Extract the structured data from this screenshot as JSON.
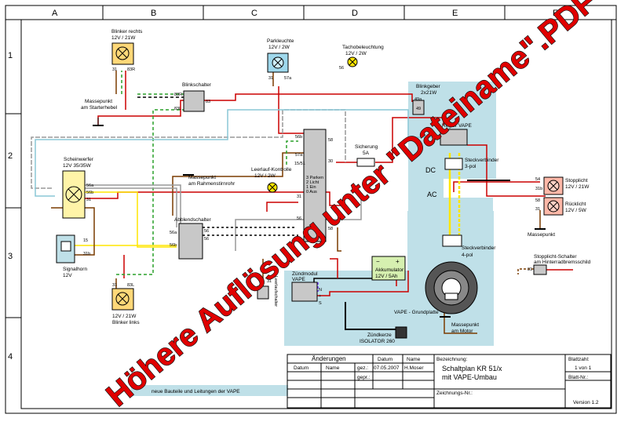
{
  "grid": {
    "columns": [
      "A",
      "B",
      "C",
      "D",
      "E",
      "F"
    ],
    "rows": [
      "1",
      "2",
      "3",
      "4"
    ]
  },
  "components": {
    "blinker_rechts": {
      "name": "Blinker rechts",
      "rating": "12V / 21W",
      "t1": "31",
      "t2": "83R"
    },
    "blinker_links": {
      "name": "Blinker links",
      "rating": "12V / 21W",
      "t1": "31",
      "t2": "83L"
    },
    "parkleuchte": {
      "name": "Parkleuchte",
      "rating": "12V / 2W",
      "t1": "31",
      "t2": "57a"
    },
    "tachobeleuchtung": {
      "name": "Tachobeleuchtung",
      "rating": "12V / 2W",
      "t1": "56"
    },
    "blinkschalter": {
      "name": "Blinkschalter",
      "t1": "83R",
      "t2": "83L",
      "t3": "83"
    },
    "massepunkt_starter": {
      "name": "Massepunkt",
      "sub": "am Starterhebel"
    },
    "scheinwerfer": {
      "name": "Scheinwerfer",
      "rating": "12V 35/35W",
      "t1": "56a",
      "t2": "56b",
      "t3": "31"
    },
    "massepunkt_rahmen": {
      "name": "Massepunkt",
      "sub": "am Rahmenstirnrohr"
    },
    "leerlauf": {
      "name": "Leerlauf-Kontrolle",
      "rating": "12V / 2W"
    },
    "hauptschalter": {
      "t58": "58",
      "t56b": "56b",
      "t57a": "57a",
      "t15": "15/51",
      "t30": "30",
      "t31": "31",
      "t56": "56",
      "t58b": "58",
      "note1": "3 Parken",
      "note2": "2 Licht",
      "note3": "1 Ein",
      "note4": "0 Aus"
    },
    "sicherung": {
      "name": "Sicherung",
      "rating": "5A"
    },
    "blinkgeber": {
      "name": "Blinkgeber",
      "rating": "2x21W",
      "t1": "49a",
      "t2": "49"
    },
    "regler": {
      "name": "Regler VAPE"
    },
    "dc_label": "DC",
    "ac_label": "AC",
    "steckverbinder_3": {
      "name": "Steckverbinder",
      "sub": "3-pol"
    },
    "steckverbinder_4": {
      "name": "Steckverbinder",
      "sub": "4-pol"
    },
    "stopplicht": {
      "name": "Stopplicht",
      "rating": "12V / 21W",
      "t1": "54",
      "t2": "31b"
    },
    "ruecklicht": {
      "name": "Rücklicht",
      "rating": "12V / 5W",
      "t1": "58",
      "t2": "31"
    },
    "massepunkt_f": {
      "name": "Massepunkt"
    },
    "stopplicht_schalter": {
      "name": "Stopplicht-Schalter",
      "sub": "am Hinterradbremsschild",
      "t1": "31"
    },
    "abblendschalter": {
      "name": "Abblendschalter",
      "t1": "56a",
      "t2": "56b",
      "t3": "56",
      "t4": "56"
    },
    "signalhorn": {
      "name": "Signalhorn",
      "rating": "12V",
      "t1": "15",
      "t2": "31b"
    },
    "leerlaufschalter": {
      "name": "Leerlaufschalter",
      "t1": "31"
    },
    "akkumulator": {
      "name": "Akkumulator",
      "rating": "12V / 5Ah",
      "minus": "−",
      "plus": "+"
    },
    "zuendmodul": {
      "name": "Zündmodul",
      "sub": "VAPE",
      "n": "N",
      "plus": "+",
      "s": "S"
    },
    "grundplatte": {
      "name": "VAPE - Grundplatte"
    },
    "zuendkerze": {
      "name": "Zündkerze",
      "sub": "ISOLATOR 260"
    },
    "massepunkt_motor": {
      "name": "Massepunkt",
      "sub": "am Motor"
    }
  },
  "legend": {
    "text": "neue Bauteile und Leitungen der VAPE"
  },
  "title_block": {
    "aenderungen": "Änderungen",
    "datum": "Datum",
    "name": "Name",
    "datum2": "Datum",
    "name2": "Name",
    "gez": "gez.:",
    "gez_datum": "07.05.2007",
    "gez_name": "H.Moser",
    "gepr": "gepr.:",
    "bezeichnung": "Bezeichnung:",
    "titel1": "Schaltplan KR 51/x",
    "titel2": "mit VAPE-Umbau",
    "zeichnungs_nr": "Zeichnungs-Nr.:",
    "blattzahl": "Blattzahl:",
    "blatt_von": "1 von 1",
    "blatt_nr": "Blatt-Nr.:",
    "version": "Version 1.2"
  },
  "watermark": "Höhere Auflösung unter \"Dateiname\".PDF",
  "colors": {
    "red": "#cc0000",
    "brown": "#7a3b00",
    "yellow": "#ffe600",
    "green": "#2aa02a",
    "black": "#000000",
    "grey": "#999999",
    "cyan_bg": "#bfe0e8",
    "watermark": "#e00000"
  }
}
